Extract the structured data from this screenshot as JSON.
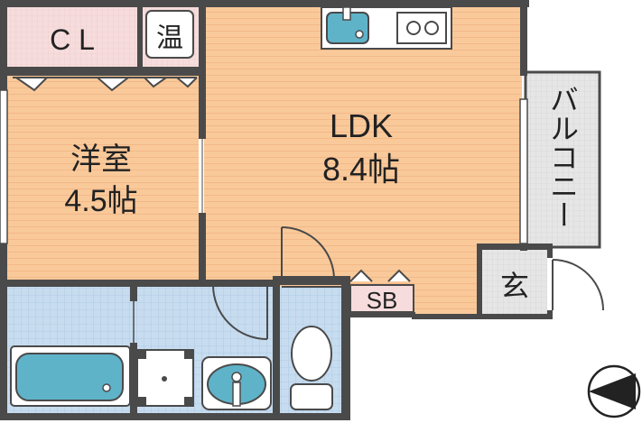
{
  "rooms": {
    "closet": {
      "label": "C L"
    },
    "water_heater": {
      "label": "温"
    },
    "western_room": {
      "label": "洋室",
      "size": "4.5帖"
    },
    "ldk": {
      "label": "LDK",
      "size": "8.4帖"
    },
    "balcony": {
      "label": "バルコニー"
    },
    "shoe_box": {
      "label": "SB"
    },
    "entrance": {
      "label": "玄"
    }
  },
  "icons": {
    "compass": "north-arrow-icon",
    "kitchen_sink": "kitchen-sink-icon",
    "stove": "stove-icon",
    "bathtub": "bathtub-icon",
    "washbasin": "washbasin-icon",
    "toilet": "toilet-icon",
    "washing_machine": "washing-machine-pan-icon"
  },
  "colors": {
    "wall": "#4a4a4a",
    "wood_floor": "#f9c99a",
    "wet_tile": "#c7dcef",
    "closet_floor": "#f6dcdc",
    "balcony": "#e6e6e6",
    "fixture": "#5fb3c9"
  }
}
